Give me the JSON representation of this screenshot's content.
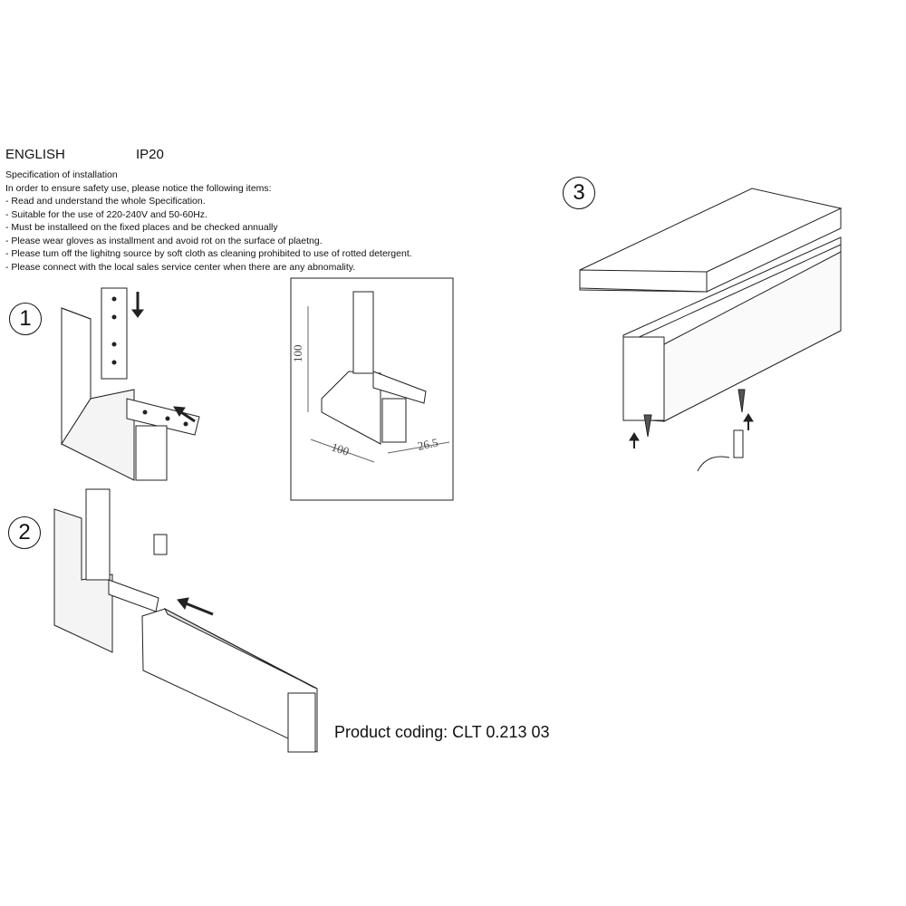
{
  "header": {
    "language": "ENGLISH",
    "ip_rating": "IP20"
  },
  "spec": {
    "title": "Specification of installation",
    "intro": "In order to ensure safety use, please notice the following items:",
    "items": [
      "- Read and understand the whole Specification.",
      "- Suitable for the use of 220-240V and 50-60Hz.",
      "- Must be installeed on the fixed places and be checked annually",
      "- Please wear gloves as installment and avoid rot on the surface of plaetng.",
      "- Please tum off the lighitng source by soft cloth as cleaning prohibited to use of rotted detergent.",
      "- Please connect with the local sales service center when there are any abnomality."
    ]
  },
  "steps": [
    "1",
    "2",
    "3"
  ],
  "dimensions": {
    "height": "100",
    "width": "100",
    "depth": "26.5"
  },
  "product_coding": "Product coding: CLT 0.213 03"
}
